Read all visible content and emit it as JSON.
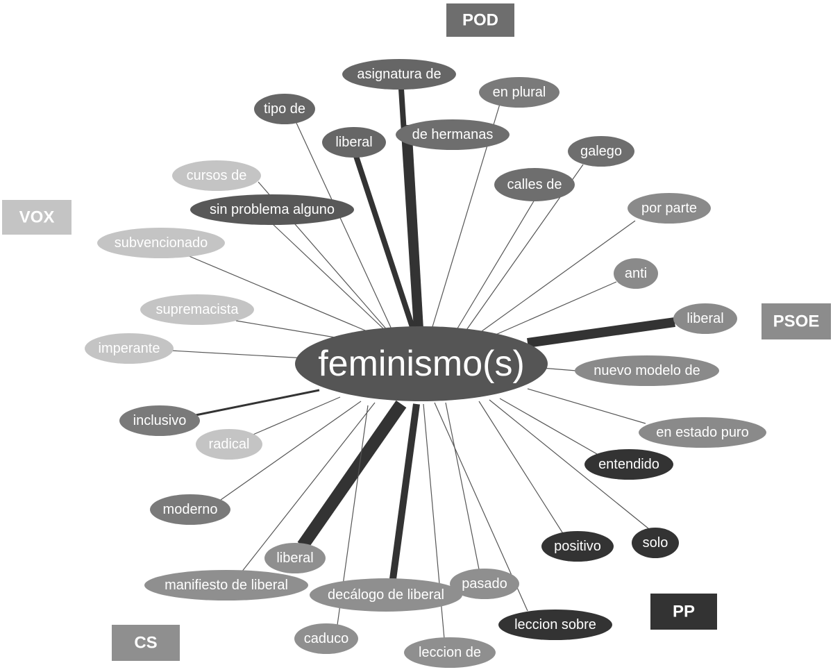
{
  "center": {
    "label": "feminismo(s)",
    "color": "#555555"
  },
  "parties": [
    {
      "id": "pod",
      "label": "POD",
      "color": "#6e6e6e"
    },
    {
      "id": "vox",
      "label": "VOX",
      "color": "#c4c4c4"
    },
    {
      "id": "psoe",
      "label": "PSOE",
      "color": "#8c8c8c"
    },
    {
      "id": "cs",
      "label": "CS",
      "color": "#8f8f8f"
    },
    {
      "id": "pp",
      "label": "PP",
      "color": "#333333"
    }
  ],
  "nodes": [
    {
      "id": "asignatura-de",
      "label": "asignatura de",
      "color": "#666666",
      "weight": 3
    },
    {
      "id": "en-plural",
      "label": "en plural",
      "color": "#7a7a7a",
      "weight": 1
    },
    {
      "id": "tipo-de",
      "label": "tipo de",
      "color": "#666666",
      "weight": 1
    },
    {
      "id": "liberal-pod",
      "label": "liberal",
      "color": "#666666",
      "weight": 3
    },
    {
      "id": "de-hermanas",
      "label": "de hermanas",
      "color": "#6e6e6e",
      "weight": 4
    },
    {
      "id": "galego",
      "label": "galego",
      "color": "#6e6e6e",
      "weight": 1
    },
    {
      "id": "calles-de",
      "label": "calles de",
      "color": "#6e6e6e",
      "weight": 1
    },
    {
      "id": "cursos-de",
      "label": "cursos de",
      "color": "#c4c4c4",
      "weight": 1
    },
    {
      "id": "sin-problema-alguno",
      "label": "sin problema alguno",
      "color": "#585858",
      "weight": 1
    },
    {
      "id": "por-parte",
      "label": "por parte",
      "color": "#8a8a8a",
      "weight": 1
    },
    {
      "id": "subvencionado",
      "label": "subvencionado",
      "color": "#c4c4c4",
      "weight": 1
    },
    {
      "id": "anti",
      "label": "anti",
      "color": "#8a8a8a",
      "weight": 1
    },
    {
      "id": "supremacista",
      "label": "supremacista",
      "color": "#c4c4c4",
      "weight": 1
    },
    {
      "id": "liberal-psoe",
      "label": "liberal",
      "color": "#8a8a8a",
      "weight": 5
    },
    {
      "id": "imperante",
      "label": "imperante",
      "color": "#c4c4c4",
      "weight": 1
    },
    {
      "id": "nuevo-modelo-de",
      "label": "nuevo modelo de",
      "color": "#8a8a8a",
      "weight": 1
    },
    {
      "id": "inclusivo",
      "label": "inclusivo",
      "color": "#7a7a7a",
      "weight": 2
    },
    {
      "id": "radical",
      "label": "radical",
      "color": "#c4c4c4",
      "weight": 1
    },
    {
      "id": "en-estado-puro",
      "label": "en estado puro",
      "color": "#8a8a8a",
      "weight": 1
    },
    {
      "id": "entendido",
      "label": "entendido",
      "color": "#333333",
      "weight": 1
    },
    {
      "id": "moderno",
      "label": "moderno",
      "color": "#7a7a7a",
      "weight": 1
    },
    {
      "id": "positivo",
      "label": "positivo",
      "color": "#333333",
      "weight": 1
    },
    {
      "id": "solo",
      "label": "solo",
      "color": "#333333",
      "weight": 1
    },
    {
      "id": "liberal-cs",
      "label": "liberal",
      "color": "#8f8f8f",
      "weight": 8
    },
    {
      "id": "manifiesto-de-liberal",
      "label": "manifiesto de liberal",
      "color": "#8f8f8f",
      "weight": 1
    },
    {
      "id": "decalogo-de-liberal",
      "label": "decálogo de liberal",
      "color": "#8f8f8f",
      "weight": 4
    },
    {
      "id": "pasado",
      "label": "pasado",
      "color": "#8f8f8f",
      "weight": 1
    },
    {
      "id": "leccion-sobre",
      "label": "leccion sobre",
      "color": "#333333",
      "weight": 1
    },
    {
      "id": "caduco",
      "label": "caduco",
      "color": "#8f8f8f",
      "weight": 1
    },
    {
      "id": "leccion-de",
      "label": "leccion de",
      "color": "#8f8f8f",
      "weight": 1
    }
  ]
}
